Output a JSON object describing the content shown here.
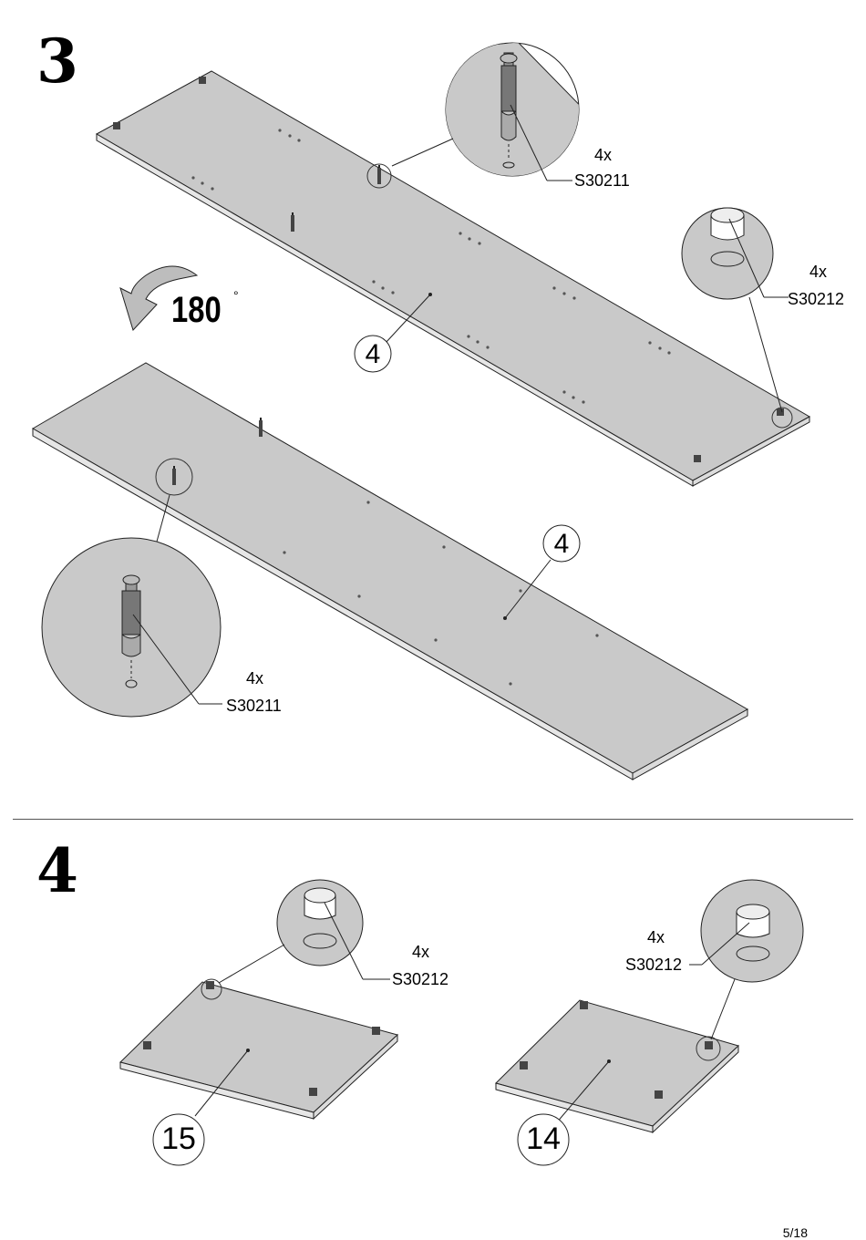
{
  "steps": {
    "step3": {
      "number": "3",
      "rotation": {
        "value": "180",
        "unit": "°"
      },
      "callouts": [
        {
          "qty": "4x",
          "code": "S30211"
        },
        {
          "qty": "4x",
          "code": "S30212"
        },
        {
          "qty": "4x",
          "code": "S30211"
        }
      ],
      "parts": [
        "4",
        "4"
      ]
    },
    "step4": {
      "number": "4",
      "callouts": [
        {
          "qty": "4x",
          "code": "S30212"
        },
        {
          "qty": "4x",
          "code": "S30212"
        }
      ],
      "parts": [
        "15",
        "14"
      ]
    }
  },
  "footer": {
    "page": "5/18"
  },
  "colors": {
    "panel": "#c8c8c8",
    "panel_edge": "#e4e4e4",
    "outline": "#222222"
  }
}
